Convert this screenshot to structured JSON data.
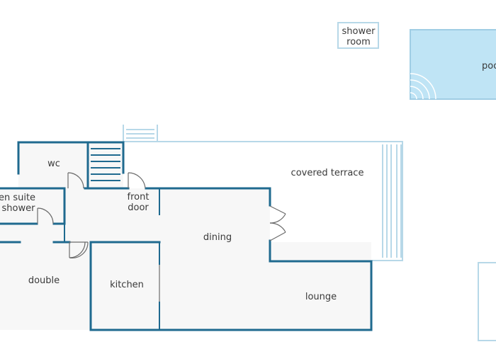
{
  "floorplan": {
    "colors": {
      "wall": "#1f6a8f",
      "floor": "#f7f7f7",
      "terrace_line": "#b7d8e8",
      "pool_fill": "#bfe4f5",
      "door_line": "#6c6c6c"
    },
    "rooms": {
      "shower_room": [
        "shower",
        "room"
      ],
      "pool": "poo",
      "wc": "wc",
      "covered_terrace": "covered terrace",
      "en_suite": [
        "en suite",
        "shower"
      ],
      "front_door": [
        "front",
        "door"
      ],
      "dining": "dining",
      "double": "double",
      "kitchen": "kitchen",
      "lounge": "lounge"
    }
  }
}
